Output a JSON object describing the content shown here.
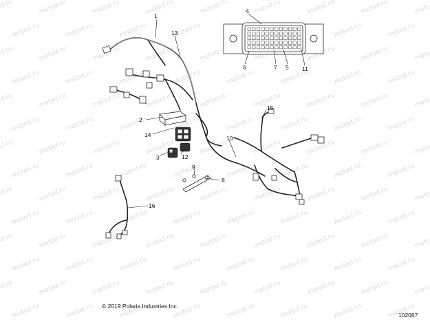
{
  "watermark": {
    "text": "motod.ru"
  },
  "callouts": [
    {
      "id": "c1",
      "label": "1"
    },
    {
      "id": "c2",
      "label": "2"
    },
    {
      "id": "c3",
      "label": "3"
    },
    {
      "id": "c4",
      "label": "4"
    },
    {
      "id": "c5",
      "label": "5"
    },
    {
      "id": "c6",
      "label": "6"
    },
    {
      "id": "c7",
      "label": "7"
    },
    {
      "id": "c8",
      "label": "8"
    },
    {
      "id": "c9",
      "label": "9"
    },
    {
      "id": "c10",
      "label": "10"
    },
    {
      "id": "c11",
      "label": "11"
    },
    {
      "id": "c12",
      "label": "12"
    },
    {
      "id": "c13",
      "label": "13"
    },
    {
      "id": "c14",
      "label": "14"
    },
    {
      "id": "c15",
      "label": "15"
    },
    {
      "id": "c16",
      "label": "16"
    }
  ],
  "footer": {
    "copyright": "© 2019 Polaris Industries Inc.",
    "reference": "102067"
  }
}
